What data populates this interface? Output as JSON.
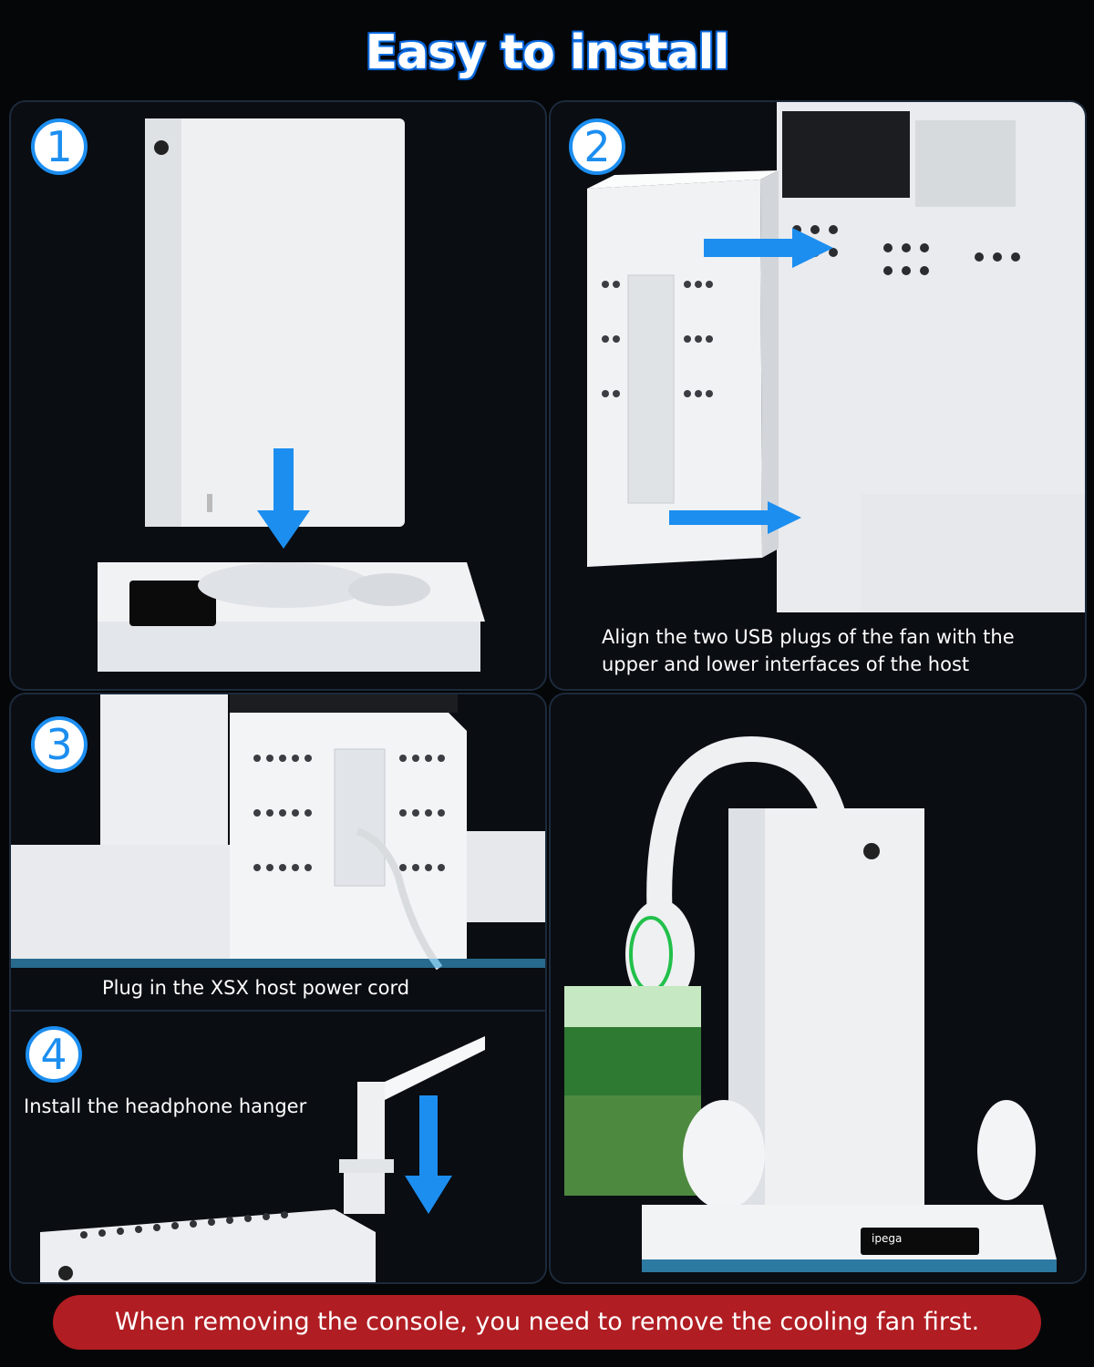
{
  "header": {
    "title": "Easy to install"
  },
  "steps": [
    {
      "number": "1",
      "caption": ""
    },
    {
      "number": "2",
      "caption_line1": "Align the two USB plugs of the fan with the",
      "caption_line2": "upper and lower interfaces of the host"
    },
    {
      "number": "3",
      "caption": "Plug in the XSX host power cord"
    },
    {
      "number": "4",
      "caption": "Install the headphone hanger"
    }
  ],
  "footer": {
    "note": "When removing the console, you need to remove the cooling fan first."
  },
  "product": {
    "brand": "ipega"
  },
  "colors": {
    "accent": "#1c8ef0",
    "warning": "#b01d22",
    "background": "#050608"
  }
}
